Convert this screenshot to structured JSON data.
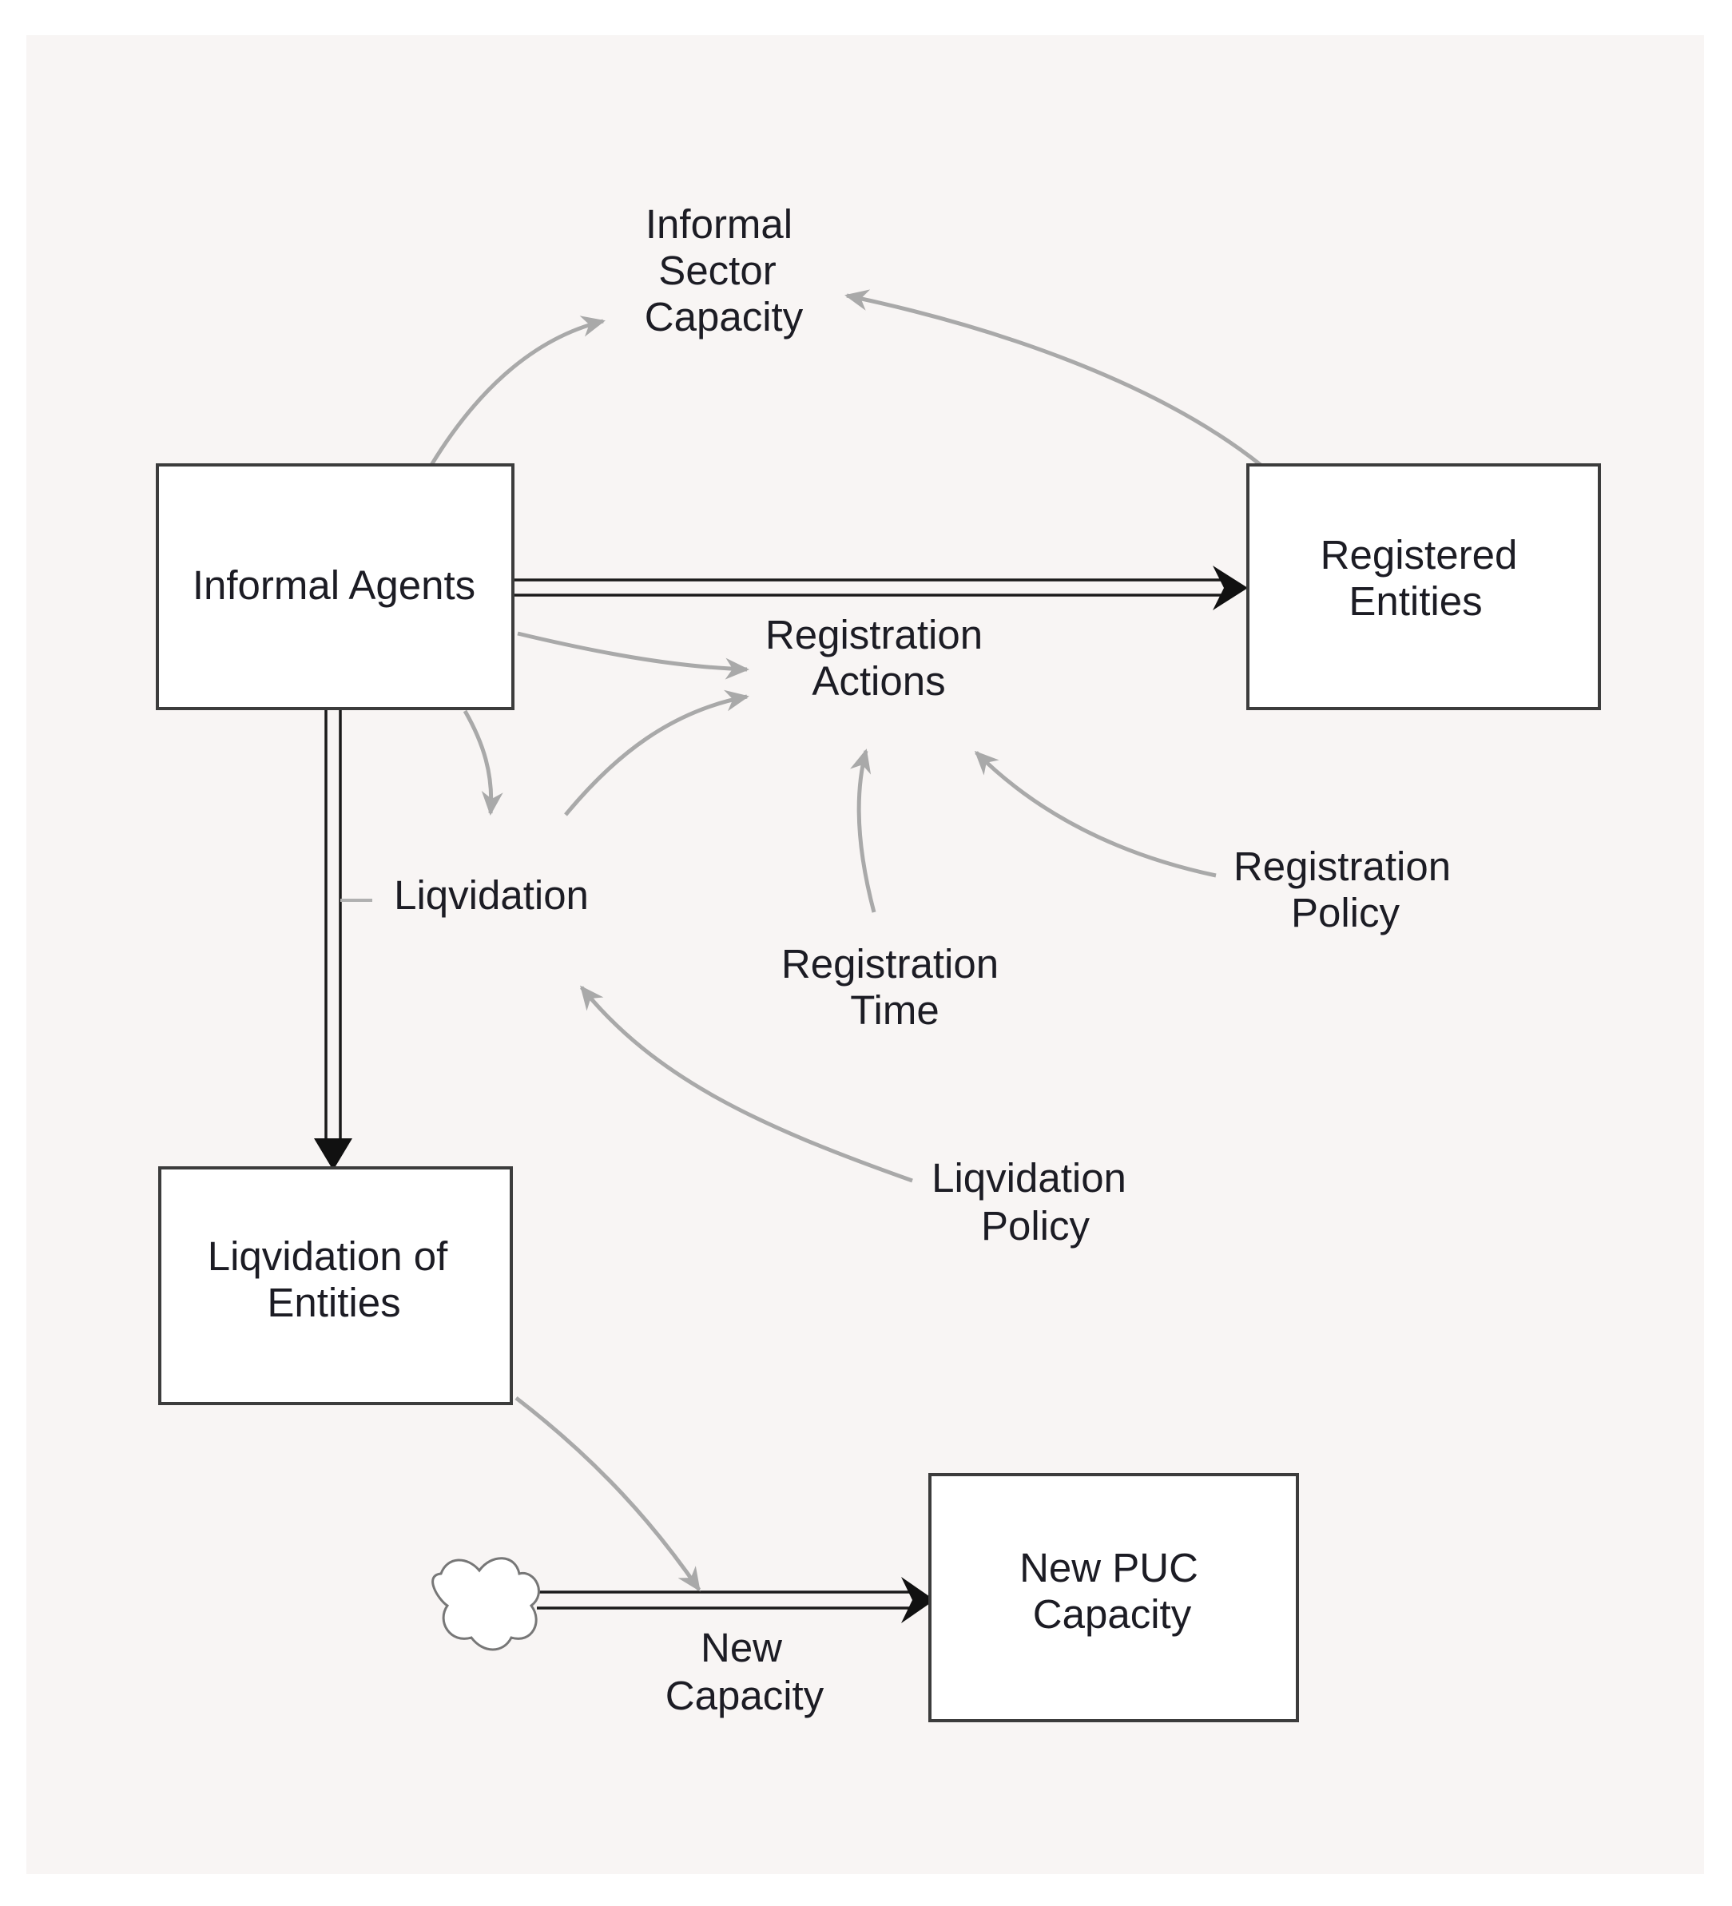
{
  "stocks": {
    "informal_agents": "Informal Agents",
    "registered_entities": [
      "Registered",
      "Entities"
    ],
    "liqvidation_of_entities": [
      "Liqvidation of",
      "Entities"
    ],
    "new_puc_capacity": [
      "New PUC",
      "Capacity"
    ]
  },
  "flows": {
    "liqvidation": "Liqvidation",
    "new_capacity": [
      "New",
      "Capacity"
    ]
  },
  "variables": {
    "informal_sector_capacity": [
      "Informal",
      "Sector",
      "Capacity"
    ],
    "registration_actions": [
      "Registration",
      "Actions"
    ],
    "registration_time": [
      "Registration",
      "Time"
    ],
    "registration_policy": [
      "Registration",
      "Policy"
    ],
    "liqvidation_policy": [
      "Liqvidation",
      "Policy"
    ]
  },
  "colors": {
    "background": "#f8f5f4",
    "link_arrow": "#a9a9a9",
    "flow_arrow": "#111111",
    "box_border": "#3c3c3c",
    "text": "#1c1c24"
  }
}
